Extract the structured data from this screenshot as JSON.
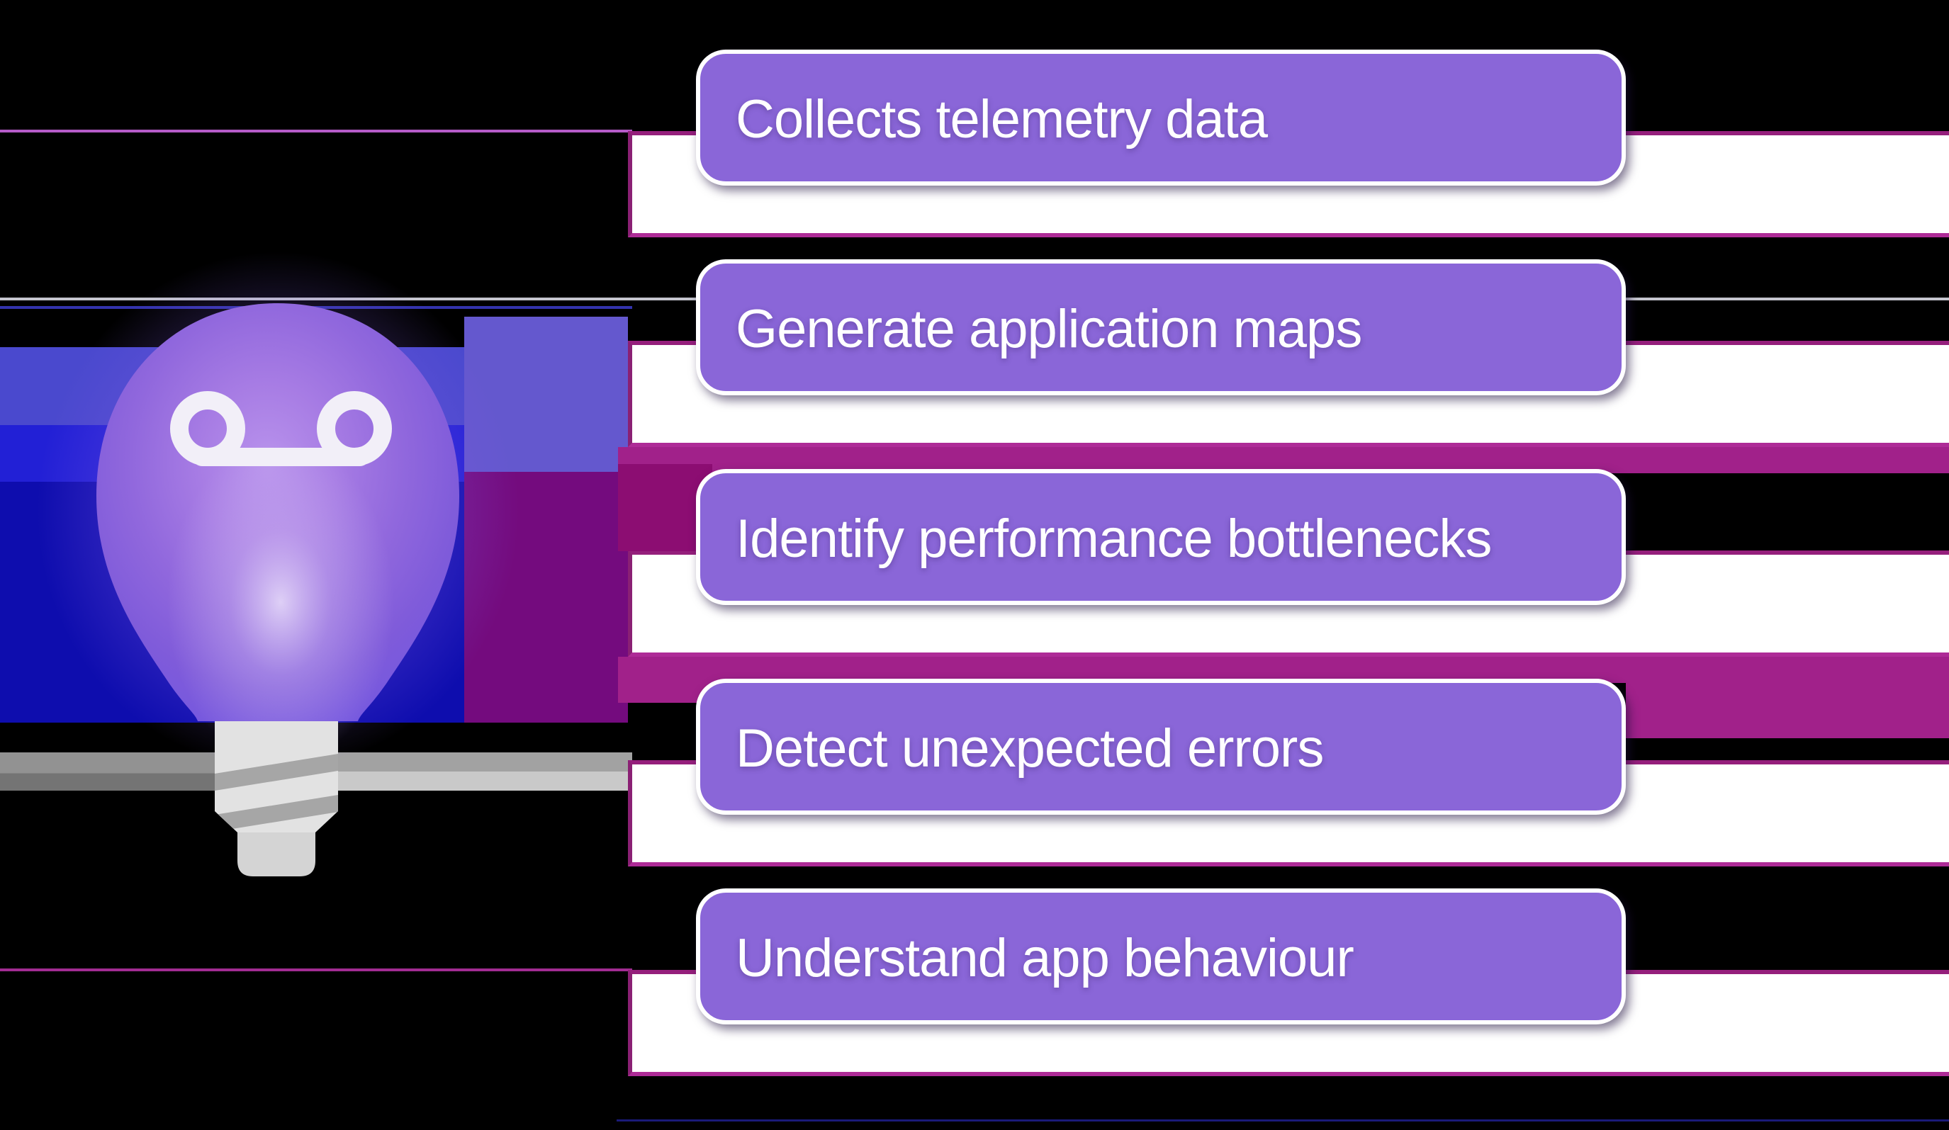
{
  "diagram": {
    "icon": "lightbulb-icon",
    "items": [
      {
        "label": "Collects telemetry data"
      },
      {
        "label": "Generate application maps"
      },
      {
        "label": "Identify performance bottlenecks"
      },
      {
        "label": "Detect unexpected errors"
      },
      {
        "label": "Understand app behaviour"
      }
    ]
  },
  "colors": {
    "background": "#000000",
    "button_fill": "#8A66D8",
    "button_border": "#FFFFFF",
    "button_text": "#FFFFFF",
    "box_fill": "#FFFFFF",
    "box_border": "#9C2384",
    "band_magenta": "#A1218A",
    "patch_magenta": "#8C0D72",
    "stripe_periwinkle": "#6458CE",
    "stripe_purple": "#740B7E",
    "stripe_blue_light": "#4A49CE",
    "stripe_blue": "#2220D6",
    "stripe_blue_dark": "#0E0DAE",
    "wire_gray": "#8E8E8E",
    "bulb_purple": "#9168DD",
    "filament_white": "#F2EFF8",
    "base_gray": "#E2E2E2"
  }
}
